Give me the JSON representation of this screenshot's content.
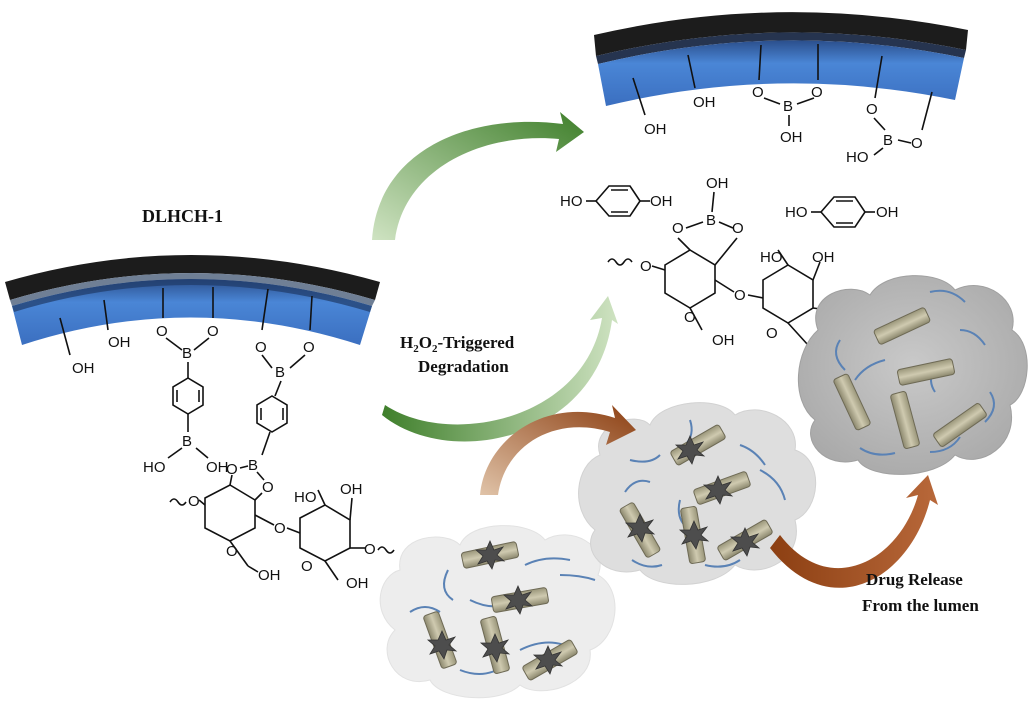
{
  "labels": {
    "material": "DLHCH-1",
    "trigger_line1_a": "H",
    "trigger_line1_sub1": "2",
    "trigger_line1_b": "O",
    "trigger_line1_sub2": "2",
    "trigger_line1_c": "-Triggered",
    "trigger_line2": "Degradation",
    "release_line1": "Drug Release",
    "release_line2": "From the lumen"
  },
  "chem": {
    "oh": "OH",
    "o": "O",
    "b": "B",
    "ho": "HO"
  },
  "colors": {
    "shell_dark": "#1a1a1a",
    "shell_blue": "#3f76c9",
    "shell_blue_light": "#6a9be0",
    "arrow_green": "#4e8a33",
    "arrow_brown": "#9a4a18",
    "tube": "#b7b295",
    "cloud_light": "#ececec",
    "cloud_mid": "#dcdcdc",
    "cloud_dark": "#b5b5b5",
    "fiber": "#5a82b5",
    "drug": "#555555"
  }
}
